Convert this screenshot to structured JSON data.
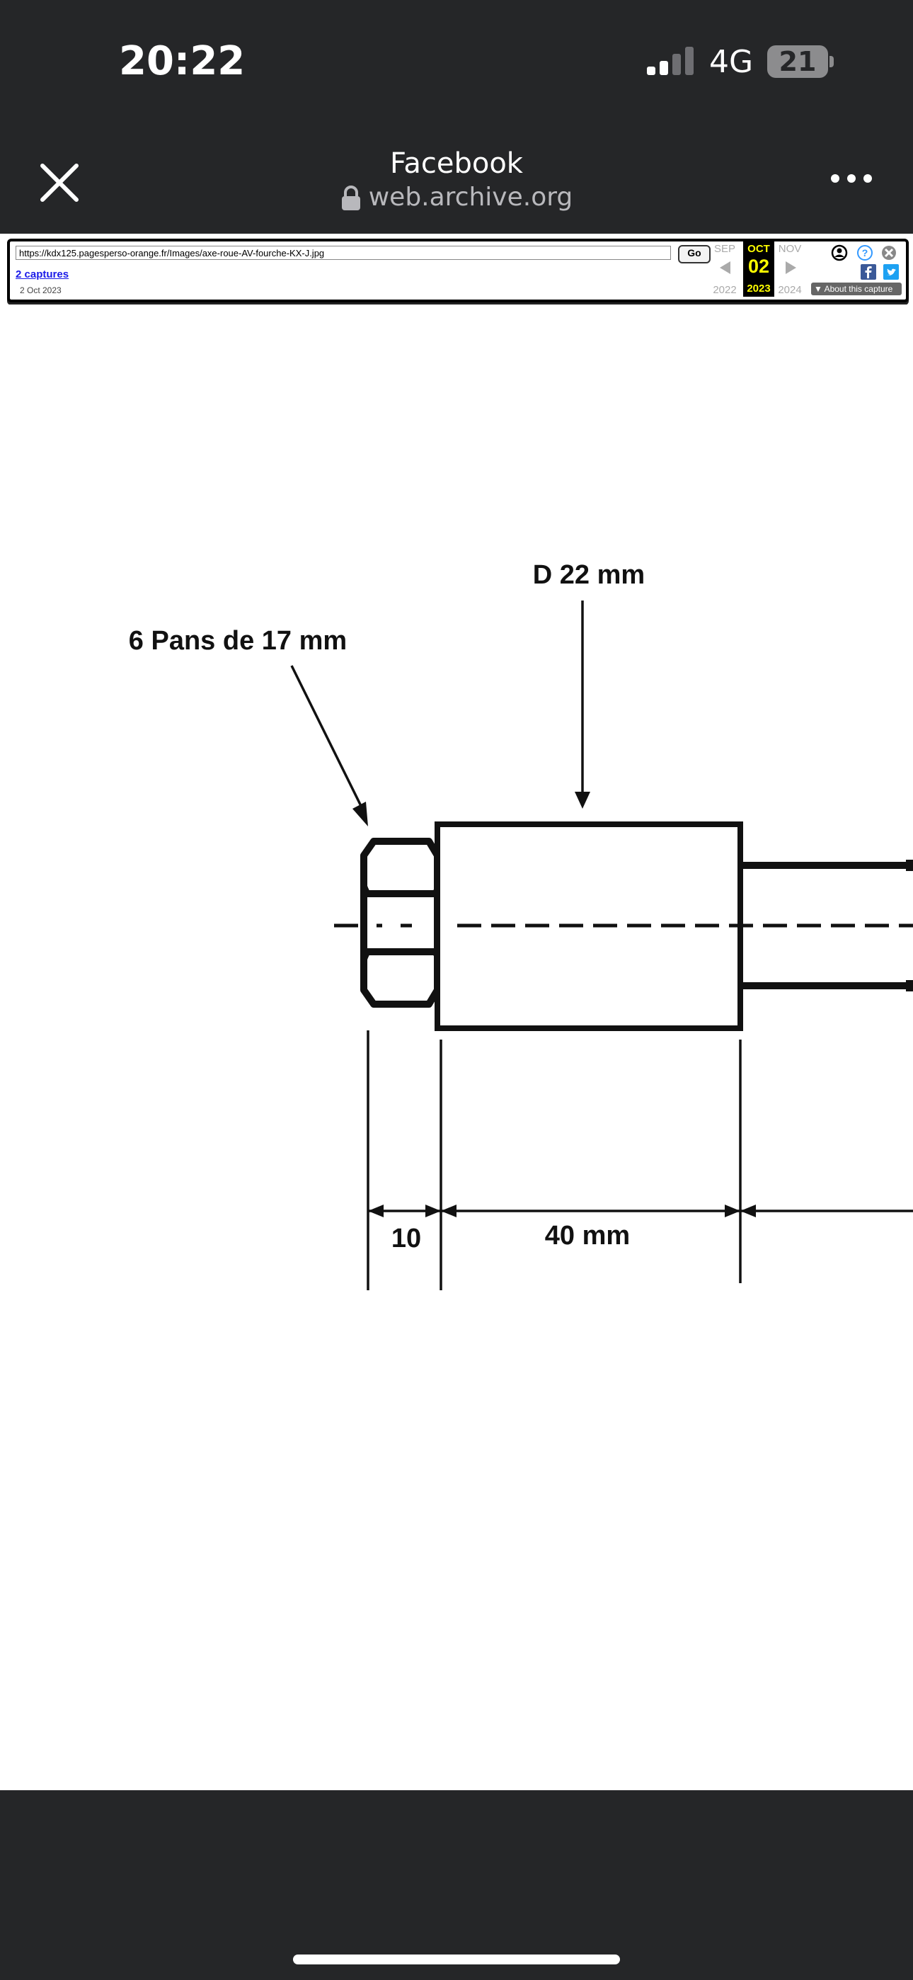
{
  "status_bar": {
    "time": "20:22",
    "network": "4G",
    "battery": "21",
    "signal_bars_active": 2,
    "signal_bars_total": 4
  },
  "nav": {
    "title": "Facebook",
    "url": "web.archive.org",
    "close_icon": "close-icon",
    "more_icon": "more-icon",
    "lock_icon": "lock-icon"
  },
  "wayback": {
    "url": "https://kdx125.pagesperso-orange.fr/Images/axe-roue-AV-fourche-KX-J.jpg",
    "go_label": "Go",
    "captures_link": "2 captures",
    "captures_date": "2 Oct 2023",
    "prev_month": "SEP",
    "current_month": "OCT",
    "next_month": "NOV",
    "prev_year": "2022",
    "current_day": "02",
    "current_year": "2023",
    "next_year": "2024",
    "about_label": "About this capture",
    "colors": {
      "highlight": "#ffff00",
      "link": "#1a1ae8",
      "facebook": "#3b5998",
      "twitter": "#1da1f2",
      "help": "#3399ff"
    }
  },
  "drawing": {
    "label_diameter": "D 22 mm",
    "label_hex": "6 Pans de 17 mm",
    "label_nut_length": "10",
    "label_body_length": "40 mm"
  },
  "colors": {
    "chrome": "#252628",
    "page": "#ffffff",
    "ink": "#111111"
  }
}
